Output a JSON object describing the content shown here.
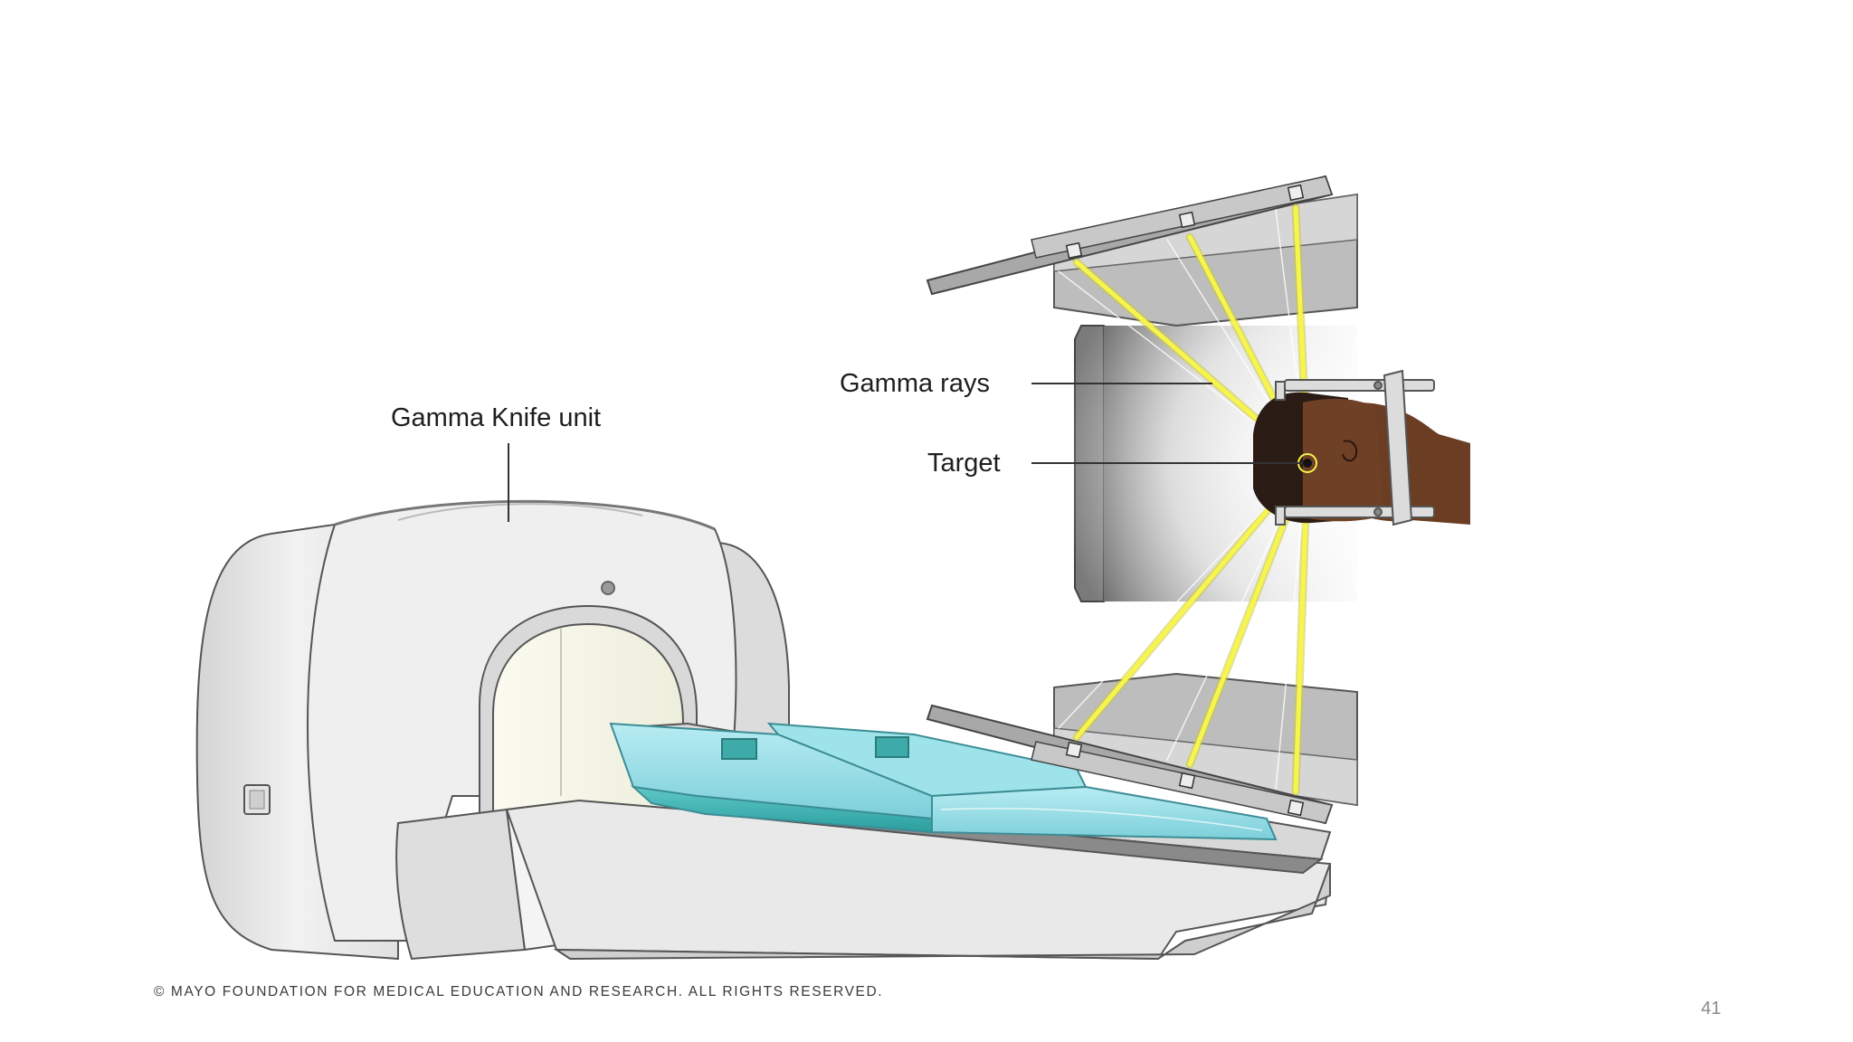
{
  "labels": {
    "unit": "Gamma Knife unit",
    "rays": "Gamma rays",
    "target": "Target"
  },
  "copyright": "© MAYO FOUNDATION FOR MEDICAL EDUCATION AND RESEARCH. ALL RIGHTS RESERVED.",
  "page_number": "41",
  "colors": {
    "machine": "#eeeeee",
    "cushion": "#8fd8e0",
    "rays": "#f2f04a",
    "skin": "#6b3d22",
    "hair": "#2a1c14"
  }
}
